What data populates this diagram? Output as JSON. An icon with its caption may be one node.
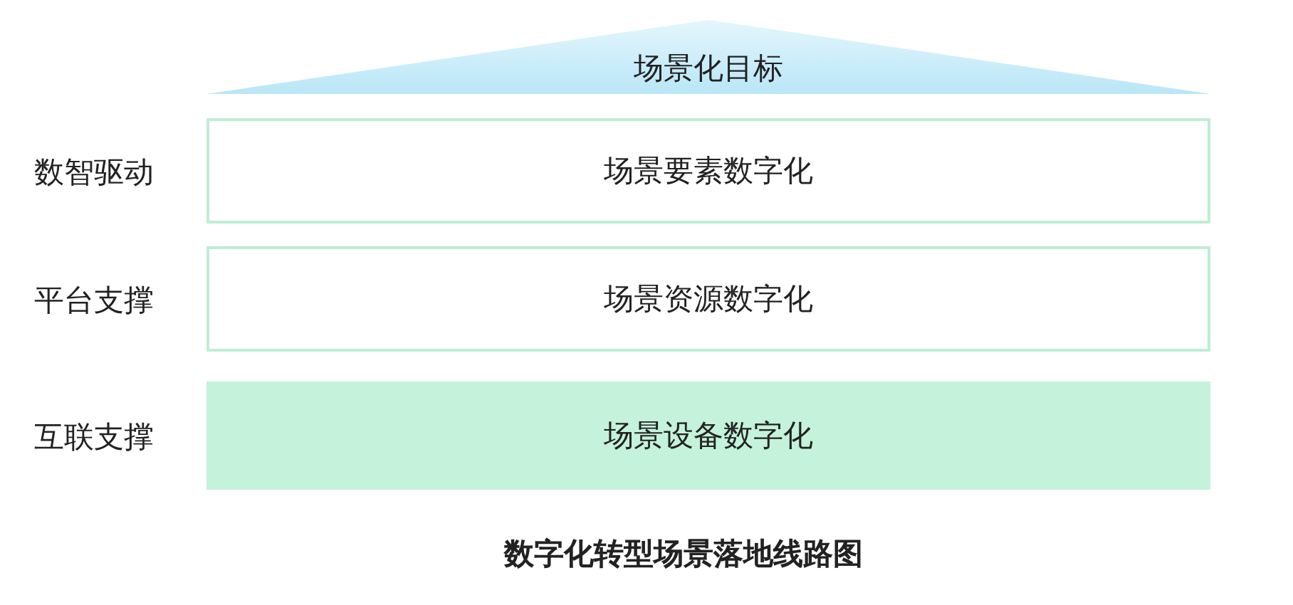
{
  "diagram": {
    "caption": "数字化转型场景落地线路图",
    "nodes": [
      {
        "text": [
          "场景化目标"
        ]
      },
      {
        "text": [
          "场景要素数字化"
        ],
        "beside": [
          "数智驱动"
        ]
      },
      {
        "text": [
          "场景资源数字化"
        ],
        "beside": [
          "平台支撑"
        ]
      },
      {
        "text": [
          "场景设备数字化"
        ],
        "beside": [
          "互联支撑"
        ]
      }
    ]
  }
}
